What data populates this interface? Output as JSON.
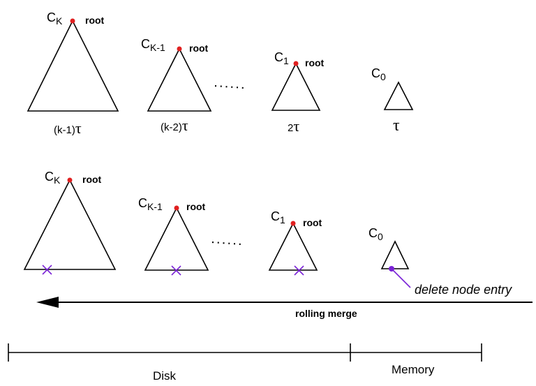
{
  "top_row": {
    "ck": {
      "label_main": "C",
      "label_sub": "K",
      "root": "root",
      "size_main": "(k-1)",
      "size_tau": "τ"
    },
    "ck1": {
      "label_main": "C",
      "label_sub": "K-1",
      "root": "root",
      "size_main": "(k-2)",
      "size_tau": "τ"
    },
    "c1": {
      "label_main": "C",
      "label_sub": "1",
      "root": "root",
      "size_main": "2",
      "size_tau": "τ"
    },
    "c0": {
      "label_main": "C",
      "label_sub": "0",
      "size_tau": "τ"
    },
    "ellipsis": ". . . . . ."
  },
  "bottom_row": {
    "ck": {
      "label_main": "C",
      "label_sub": "K",
      "root": "root"
    },
    "ck1": {
      "label_main": "C",
      "label_sub": "K-1",
      "root": "root"
    },
    "c1": {
      "label_main": "C",
      "label_sub": "1",
      "root": "root"
    },
    "c0": {
      "label_main": "C",
      "label_sub": "0"
    },
    "ellipsis": ". . . . . .",
    "delete_label": "delete node entry",
    "arrow_label": "rolling merge"
  },
  "scale": {
    "disk_label": "Disk",
    "memory_label": "Memory"
  },
  "colors": {
    "root_dot": "#e02020",
    "delete_mark": "#7a22d6",
    "line": "#000000"
  }
}
